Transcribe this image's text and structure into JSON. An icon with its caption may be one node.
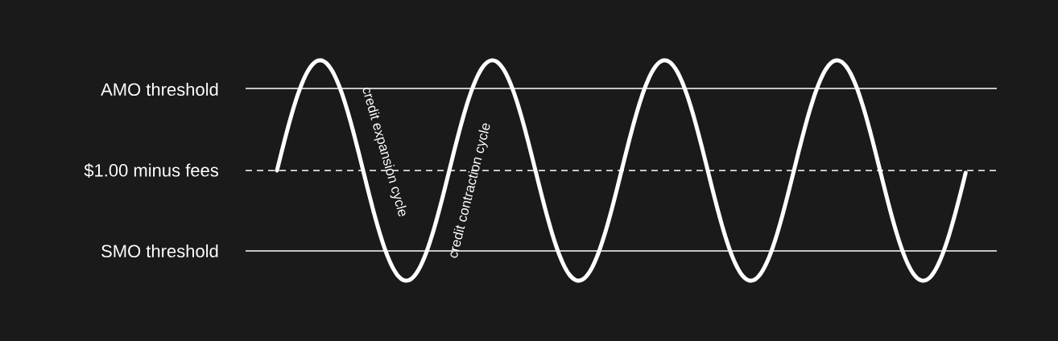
{
  "diagram": {
    "labels": [
      "AMO threshold",
      "credit expansion cycle",
      "credit contraction cycle",
      "$1.00 minus fees",
      "SMO threshold"
    ]
  }
}
